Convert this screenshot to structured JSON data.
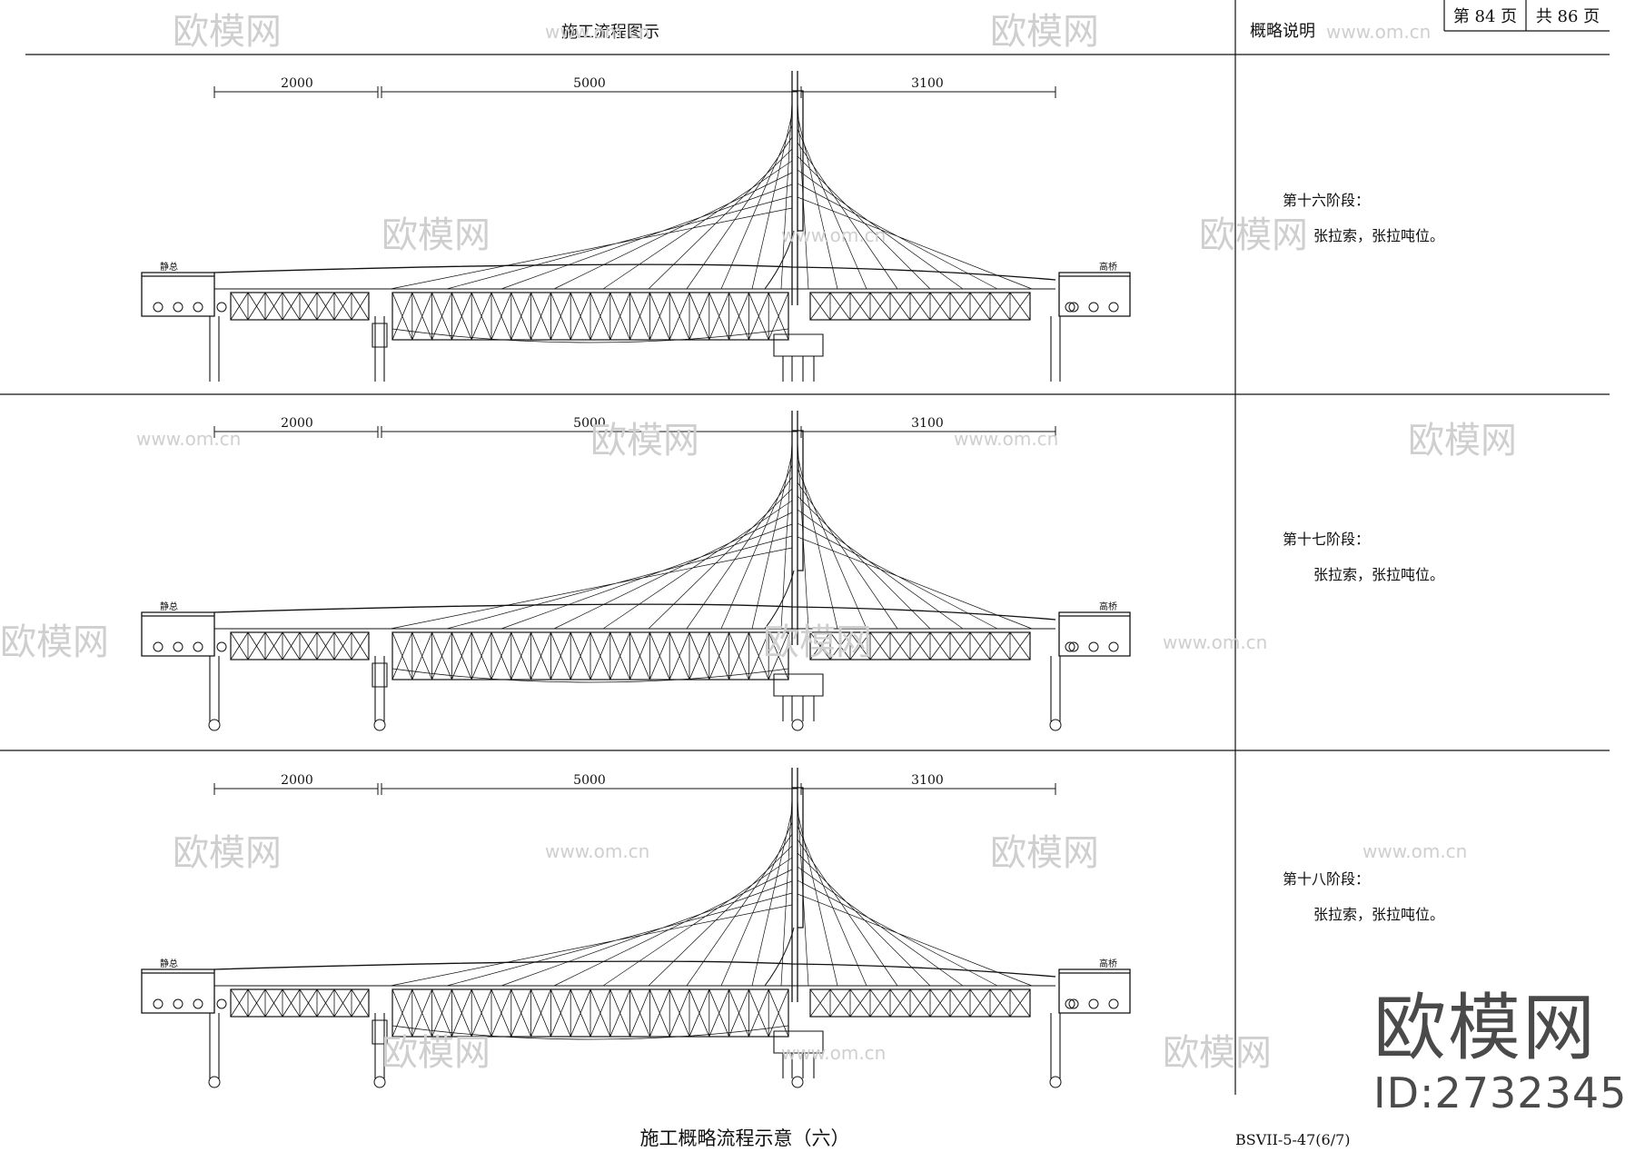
{
  "header": {
    "title": "施工流程图示",
    "notes_title": "概略说明",
    "page_current": "第 84 页",
    "page_total": "共 86 页"
  },
  "stages": [
    {
      "dims": [
        "2000",
        "5000",
        "3100"
      ],
      "stage_label": "第十六阶段：",
      "stage_desc": "张拉索，张拉吨位。",
      "left_tag": "静总",
      "right_tag": "高桥"
    },
    {
      "dims": [
        "2000",
        "5000",
        "3100"
      ],
      "stage_label": "第十七阶段：",
      "stage_desc": "张拉索，张拉吨位。",
      "left_tag": "静总",
      "right_tag": "高桥"
    },
    {
      "dims": [
        "2000",
        "5000",
        "3100"
      ],
      "stage_label": "第十八阶段：",
      "stage_desc": "张拉索，张拉吨位。",
      "left_tag": "静总",
      "right_tag": "高桥"
    }
  ],
  "footer": {
    "caption": "施工概略流程示意（六）",
    "code": "BSVII-5-47(6/7)"
  },
  "watermark": {
    "brand": "欧模网",
    "url": "www.om.cn",
    "id": "ID:2732345"
  },
  "colors": {
    "line": "#111111",
    "watermark": "#cfcfcf",
    "brand": "#4a4a4a"
  }
}
